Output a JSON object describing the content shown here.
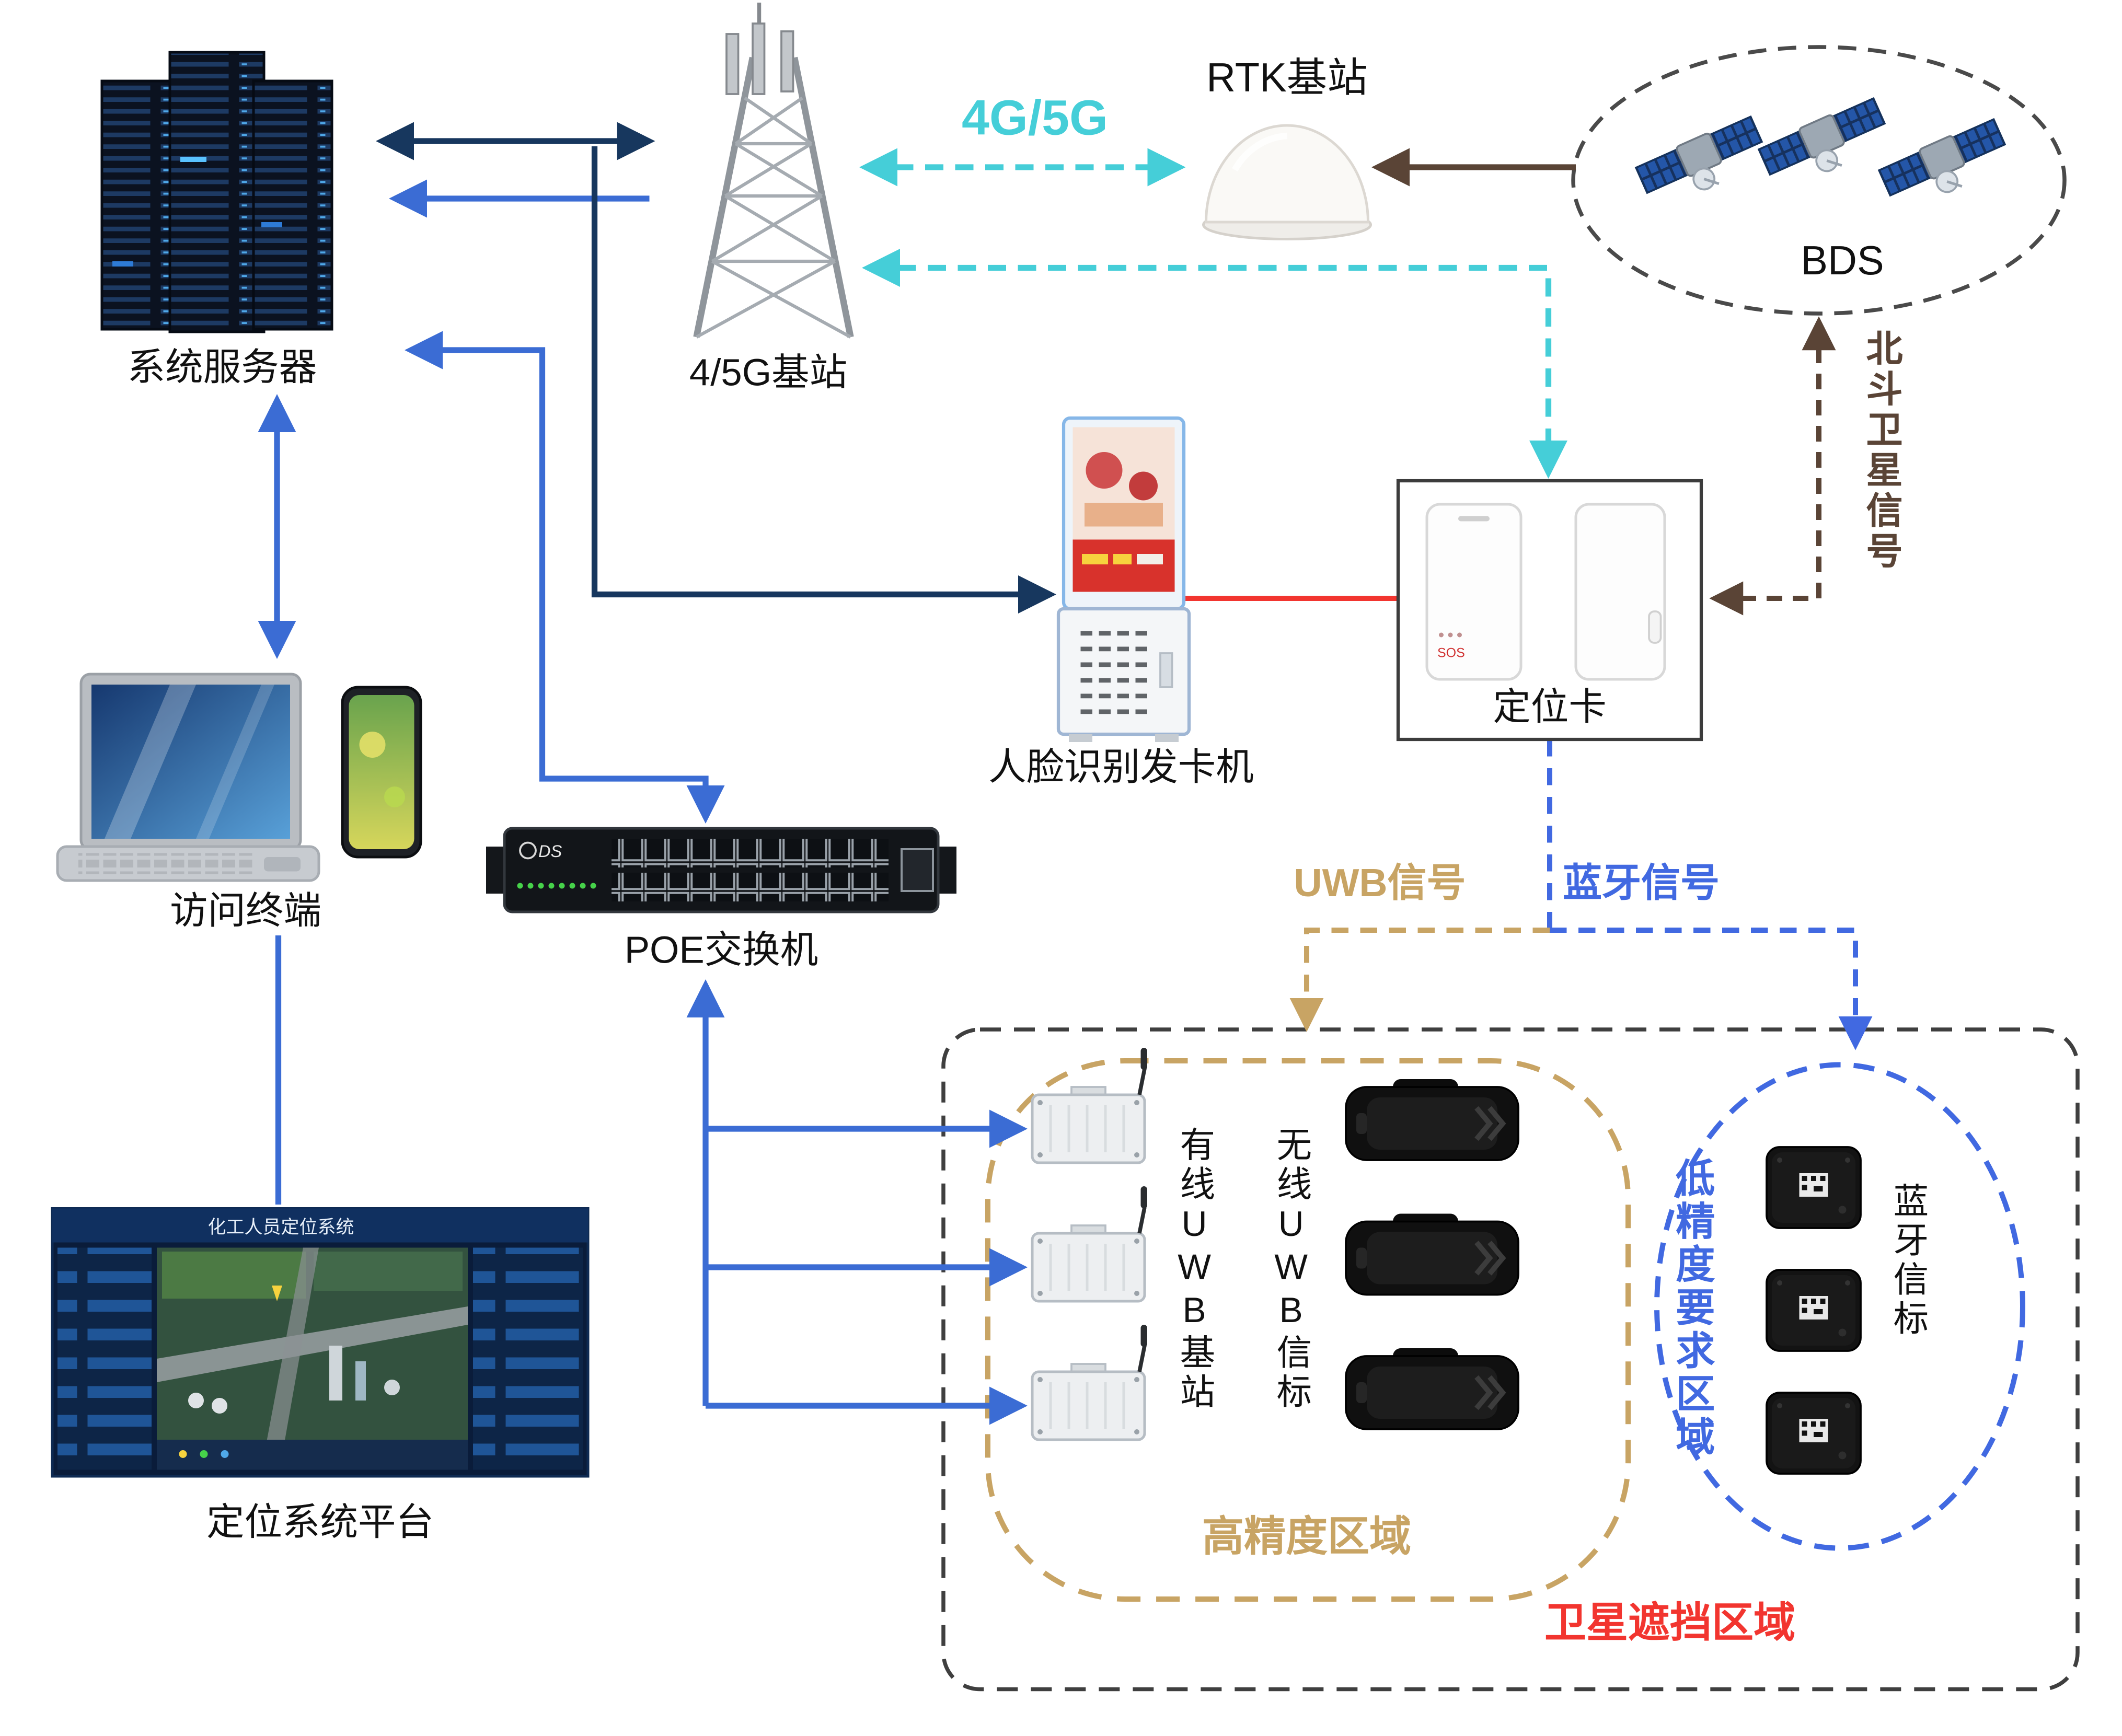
{
  "diagram": {
    "nodes": {
      "server": "系统服务器",
      "base_station": "4/5G基站",
      "rtk": "RTK基站",
      "bds": "BDS",
      "kiosk": "人脸识别发卡机",
      "locator_card": "定位卡",
      "terminal": "访问终端",
      "poe_switch": "POE交换机",
      "platform": "定位系统平台",
      "wired_uwb": "有线UWB基站",
      "wireless_uwb": "无线UWB信标",
      "bt_beacon": "蓝牙信标"
    },
    "signals": {
      "g45": "4G/5G",
      "beidou": "北斗卫星信号",
      "uwb": "UWB信号",
      "bluetooth": "蓝牙信号"
    },
    "areas": {
      "high_precision": "高精度区域",
      "low_precision": "低精度要求区域",
      "satellite_blocked": "卫星遮挡区域"
    },
    "device_text": {
      "sos": "SOS",
      "poe_logo": "DS",
      "platform_title": "化工人员定位系统"
    },
    "colors": {
      "cyan": "#45ced8",
      "navy": "#17375e",
      "blue": "#3b6cd4",
      "signal_blue": "#4169e1",
      "brown": "#5a4436",
      "tan": "#c8a464",
      "red": "#f2352f",
      "area_gray": "#3f3f3f"
    }
  }
}
